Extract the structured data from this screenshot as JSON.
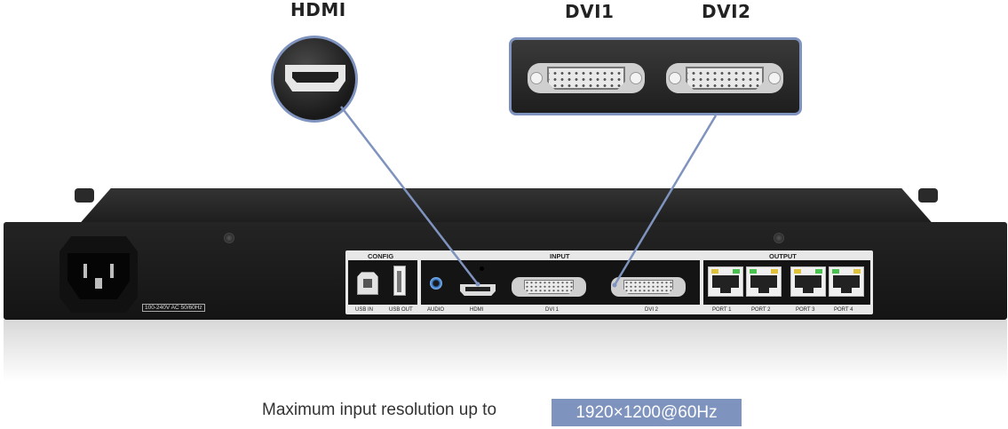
{
  "callouts": {
    "hdmi": "HDMI",
    "dvi1": "DVI1",
    "dvi2": "DVI2"
  },
  "panel": {
    "config_title": "CONFIG",
    "input_title": "INPUT",
    "output_title": "OUTPUT",
    "ports": {
      "usb_in": "USB IN",
      "usb_out": "USB OUT",
      "audio": "AUDIO",
      "hdmi": "HDMI",
      "dvi1": "DVI 1",
      "dvi2": "DVI 2",
      "port1": "PORT 1",
      "port2": "PORT 2",
      "port3": "PORT 3",
      "port4": "PORT 4"
    }
  },
  "power_label": "100-240V AC 50/60Hz",
  "caption": {
    "text": "Maximum input resolution up to",
    "highlight": "1920×1200@60Hz"
  },
  "colors": {
    "accent": "#7f93bf",
    "device": "#1b1b1b"
  }
}
